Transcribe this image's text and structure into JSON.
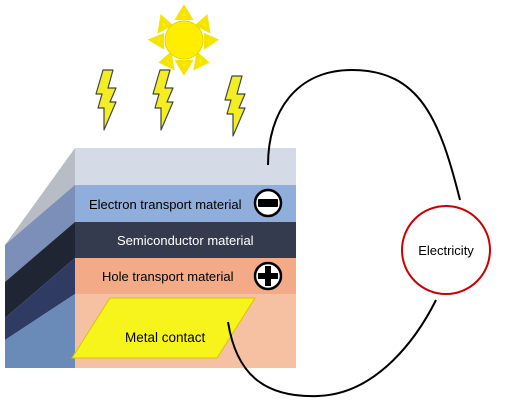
{
  "layers": {
    "electron_transport": "Electron transport material",
    "semiconductor": "Semiconductor material",
    "hole_transport": "Hole transport material",
    "metal_contact": "Metal contact"
  },
  "circuit": {
    "load_label": "Electricity"
  },
  "icons": {
    "sun": "sun-icon",
    "light": "lightning-bolt-icon",
    "negative": "minus-circle-icon",
    "positive": "plus-circle-icon"
  },
  "colors": {
    "top_glass": "#d4dbe7",
    "electron_transport": "#8faedc",
    "semiconductor": "#343b4f",
    "hole_transport": "#f2ab86",
    "base": "#f6c0a3",
    "metal_contact": "#f7f41b",
    "sun": "#ffee00",
    "bolt": "#f3ee23",
    "circle": "#cc0000"
  }
}
